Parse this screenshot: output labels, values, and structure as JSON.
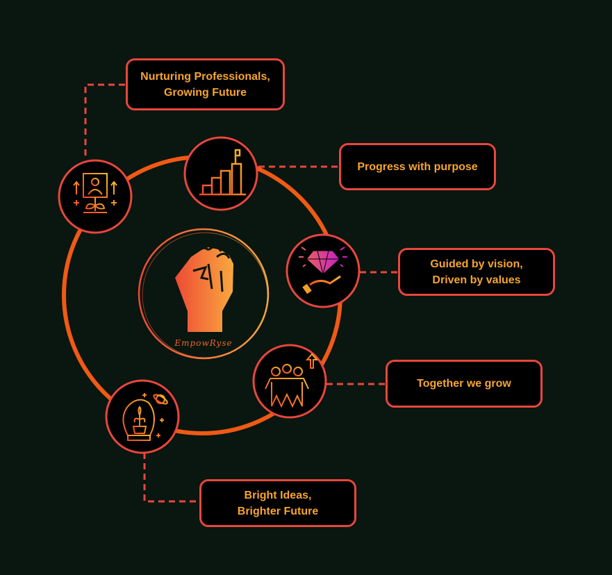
{
  "brand": {
    "name": "EmpowRyse"
  },
  "colors": {
    "background": "#0a1610",
    "ring": "#f05a14",
    "border": "#e8473d",
    "text": "#f6a531"
  },
  "nodes": [
    {
      "icon": "person-growth-icon",
      "lines": [
        "Nurturing Professionals,",
        "Growing Future"
      ]
    },
    {
      "icon": "bar-chart-flag-icon",
      "lines": [
        "Progress with purpose"
      ]
    },
    {
      "icon": "diamond-hand-icon",
      "lines": [
        "Guided by vision,",
        "Driven by values"
      ]
    },
    {
      "icon": "team-growth-icon",
      "lines": [
        "Together we grow"
      ]
    },
    {
      "icon": "lightbulb-plant-icon",
      "lines": [
        "Bright Ideas,",
        "Brighter Future"
      ]
    }
  ]
}
